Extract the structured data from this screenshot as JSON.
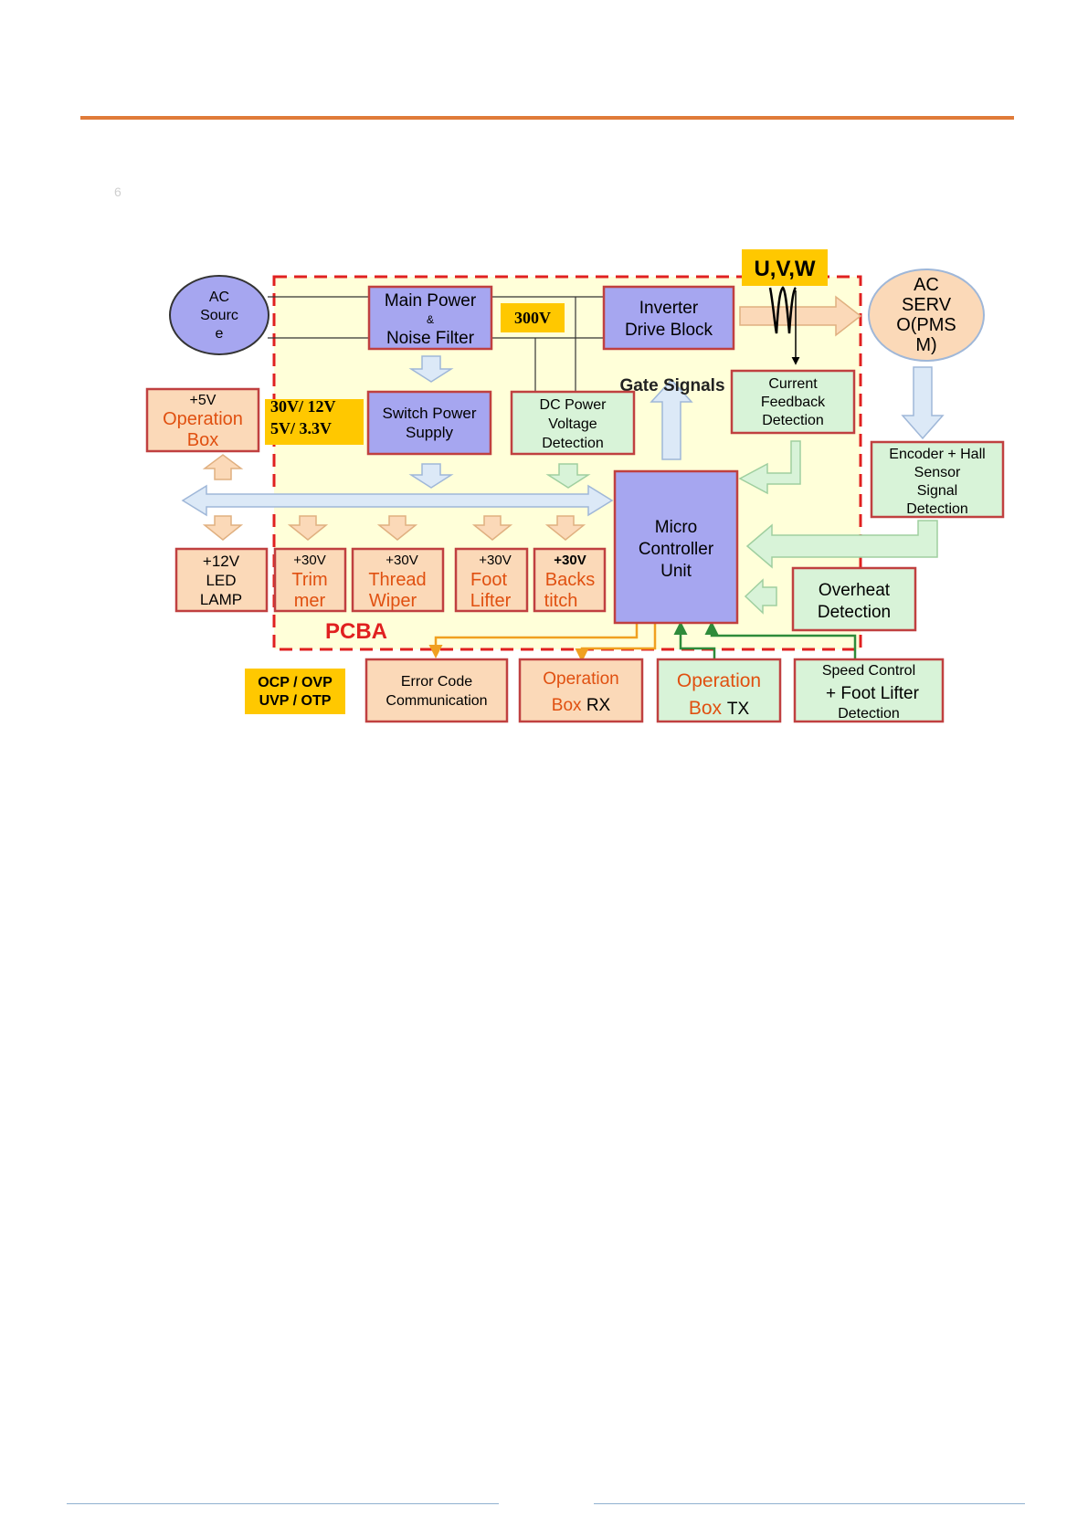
{
  "page": {
    "number": "6"
  },
  "diagram": {
    "pcba_label": "PCBA",
    "uvw_label": "U,V,W",
    "gate_signals": "Gate Signals",
    "voltage_300v": "300V",
    "voltages_dc": [
      "30V/ 12V",
      "5V/ 3.3V"
    ],
    "protection": [
      "OCP / OVP",
      "UVP / OTP"
    ],
    "ac_source": [
      "AC",
      "Sourc",
      "e"
    ],
    "ac_servo": [
      "AC",
      "SERV",
      "O(PMS",
      "M)"
    ],
    "main_power": [
      "Main Power",
      "&",
      "Noise Filter"
    ],
    "inverter": [
      "Inverter",
      "Drive Block"
    ],
    "switch_power": [
      "Switch Power",
      "Supply"
    ],
    "dc_detection": [
      "DC Power",
      "Voltage",
      "Detection"
    ],
    "current_feedback": [
      "Current",
      "Feedback",
      "Detection"
    ],
    "encoder": [
      "Encoder + Hall",
      "Sensor",
      "Signal",
      "Detection"
    ],
    "mcu": [
      "Micro",
      "Controller",
      "Unit"
    ],
    "overheat": [
      "Overheat",
      "Detection"
    ],
    "operation_box_5v": [
      "+5V",
      "Operation",
      "Box"
    ],
    "led_lamp": [
      "+12V",
      "LED",
      "LAMP"
    ],
    "trimmer": [
      "+30V",
      "Trim",
      "mer"
    ],
    "thread_wiper": [
      "+30V",
      "Thread",
      "Wiper"
    ],
    "foot_lifter": [
      "+30V",
      "Foot",
      "Lifter"
    ],
    "backstitch": [
      "+30V",
      "Backs",
      "titch"
    ],
    "error_code": [
      "Error Code",
      "Communication"
    ],
    "op_box_rx": [
      "Operation",
      "Box",
      "RX"
    ],
    "op_box_tx": [
      "Operation",
      "Box",
      "TX"
    ],
    "speed_control": [
      "Speed Control",
      "+",
      "Foot Lifter",
      "Detection"
    ]
  }
}
